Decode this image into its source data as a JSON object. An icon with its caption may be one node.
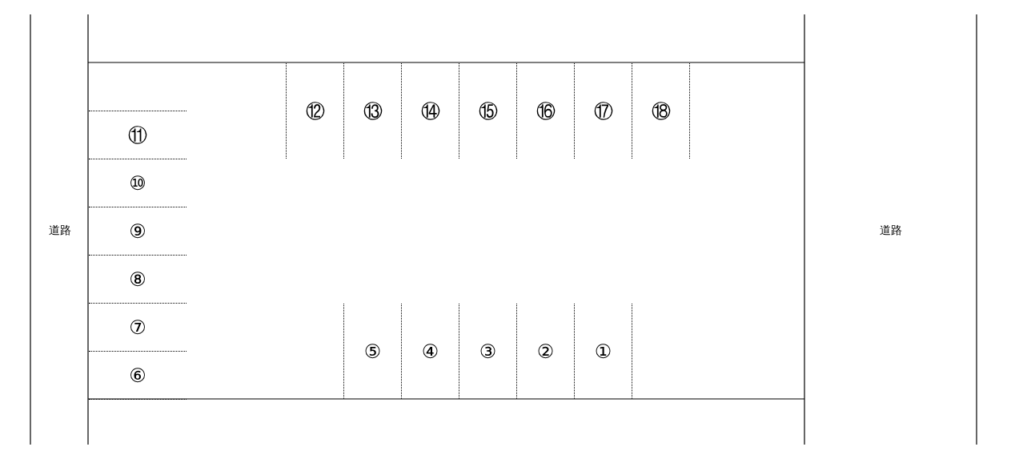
{
  "diagram": {
    "nodes": [
      {
        "text": [
          "道路"
        ]
      },
      {
        "text": [
          "⑪"
        ]
      },
      {
        "text": [
          "⑩"
        ]
      },
      {
        "text": [
          "⑨"
        ]
      },
      {
        "text": [
          "⑧"
        ]
      },
      {
        "text": [
          "⑦"
        ]
      },
      {
        "text": [
          "⑥"
        ]
      },
      {
        "text": [
          "⑫"
        ]
      },
      {
        "text": [
          "⑬"
        ]
      },
      {
        "text": [
          "⑭"
        ]
      },
      {
        "text": [
          "⑮"
        ]
      },
      {
        "text": [
          "⑯"
        ]
      },
      {
        "text": [
          "⑰"
        ]
      },
      {
        "text": [
          "⑱"
        ]
      },
      {
        "text": [
          "⑤"
        ]
      },
      {
        "text": [
          "④"
        ]
      },
      {
        "text": [
          "③"
        ]
      },
      {
        "text": [
          "②"
        ]
      },
      {
        "text": [
          "①"
        ]
      },
      {
        "text": [
          "道路"
        ]
      }
    ]
  }
}
